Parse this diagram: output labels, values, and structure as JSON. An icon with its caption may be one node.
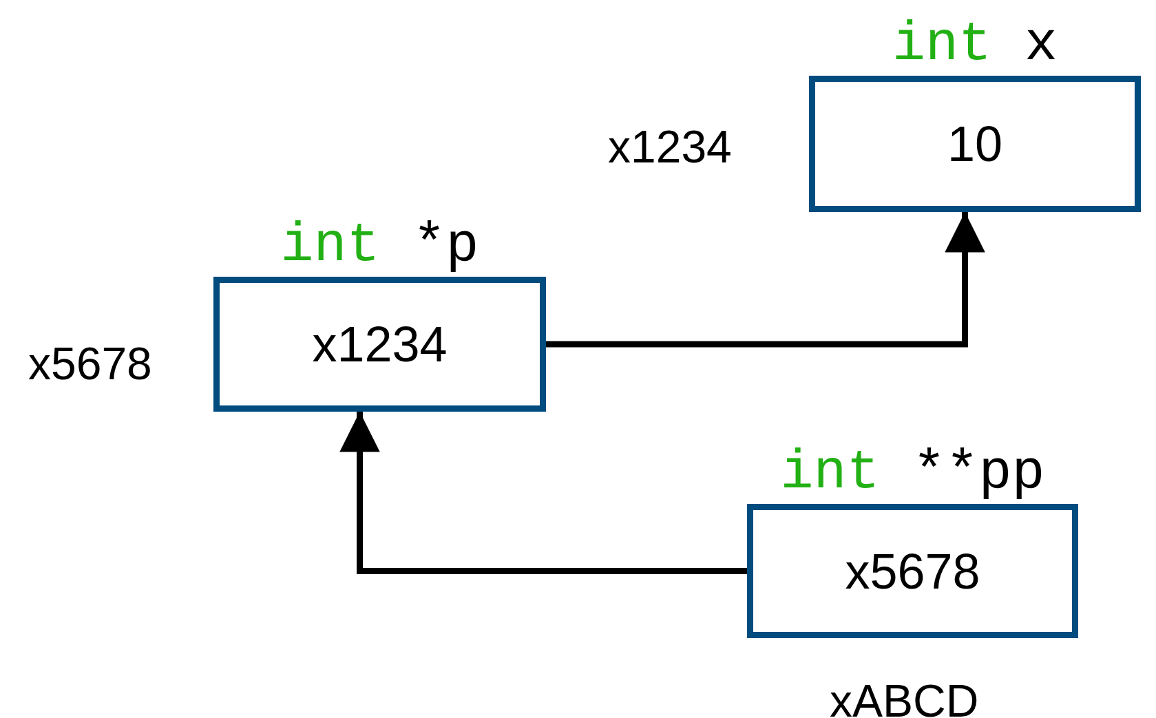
{
  "diagram": {
    "nodes": [
      {
        "text": [
          "int x",
          "10"
        ],
        "beside": [
          "x1234"
        ]
      },
      {
        "text": [
          "int *p",
          "x1234"
        ],
        "beside": [
          "x5678"
        ]
      },
      {
        "text": [
          "int **pp",
          "x5678"
        ],
        "beside": [
          "xABCD"
        ]
      }
    ],
    "edges": [
      {
        "from": 1,
        "to": 0,
        "arrow": "to"
      },
      {
        "from": 2,
        "to": 1,
        "arrow": "to"
      }
    ]
  }
}
